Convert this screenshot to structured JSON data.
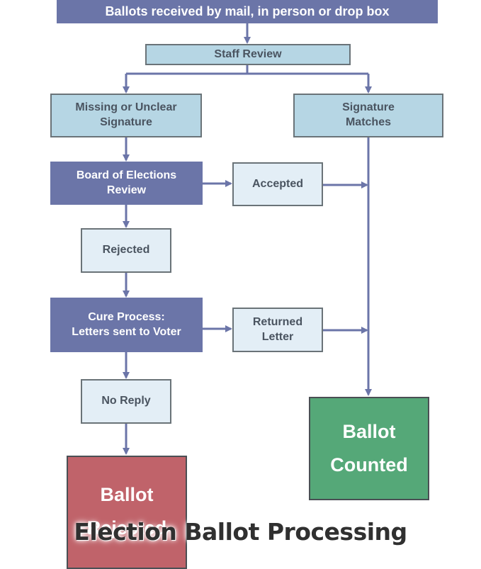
{
  "diagram": {
    "nodes": {
      "ballots_received": "Ballots received by mail, in person or drop box",
      "staff_review": "Staff Review",
      "missing_signature": "Missing or Unclear\nSignature",
      "signature_matches": "Signature\nMatches",
      "board_review": "Board of Elections\nReview",
      "accepted": "Accepted",
      "rejected": "Rejected",
      "cure_process": "Cure Process:\nLetters sent to Voter",
      "returned_letter": "Returned\nLetter",
      "no_reply": "No Reply",
      "ballot_counted": "Ballot\nCounted",
      "ballot_rejected": "Ballot\nRejected"
    },
    "caption": "Election Ballot Processing"
  },
  "colors": {
    "dark_box": "#6b75a8",
    "mid_box": "#b6d6e4",
    "light_box": "#e3eef6",
    "counted": "#55a878",
    "rejected": "#c0636a",
    "connector": "#6b75a8"
  }
}
